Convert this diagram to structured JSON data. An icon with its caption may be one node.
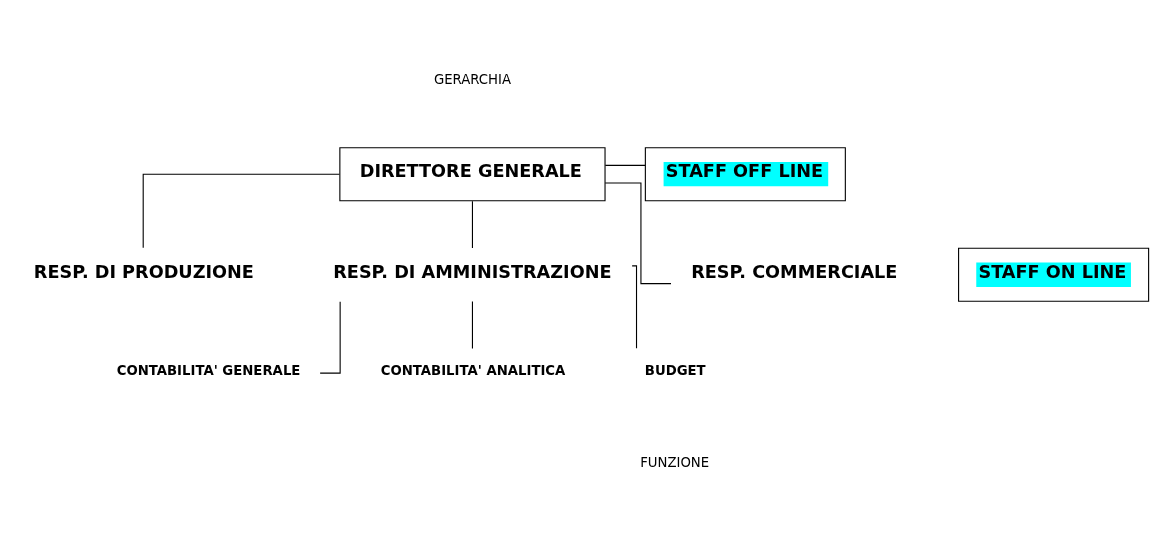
{
  "diagram": {
    "nodes": [
      {
        "text": [
          "DIRETTORE GENERALE"
        ]
      },
      {
        "text": [
          "STAFF OFF LINE"
        ]
      },
      {
        "text": [
          "RESP. DI PRODUZIONE"
        ]
      },
      {
        "text": [
          "RESP. DI AMMINISTRAZIONE"
        ]
      },
      {
        "text": [
          "RESP. COMMERCIALE"
        ]
      },
      {
        "text": [
          "CONTABILITA' GENERALE"
        ]
      },
      {
        "text": [
          "CONTABILITA' ANALITICA"
        ]
      },
      {
        "text": [
          "BUDGET"
        ]
      },
      {
        "text": [
          "STAFF ON LINE"
        ]
      }
    ],
    "edges": [
      {
        "from": 0,
        "to": 1,
        "arrow": "none"
      },
      {
        "from": 0,
        "to": 2,
        "arrow": "none"
      },
      {
        "from": 0,
        "to": 3,
        "arrow": "none"
      },
      {
        "from": 0,
        "to": 4,
        "arrow": "none"
      },
      {
        "from": 3,
        "to": 5,
        "arrow": "none"
      },
      {
        "from": 3,
        "to": 6,
        "arrow": "none"
      },
      {
        "from": 3,
        "to": 7,
        "arrow": "none"
      }
    ],
    "labels": [
      "GERARCHIA",
      "FUNZIONE"
    ]
  }
}
